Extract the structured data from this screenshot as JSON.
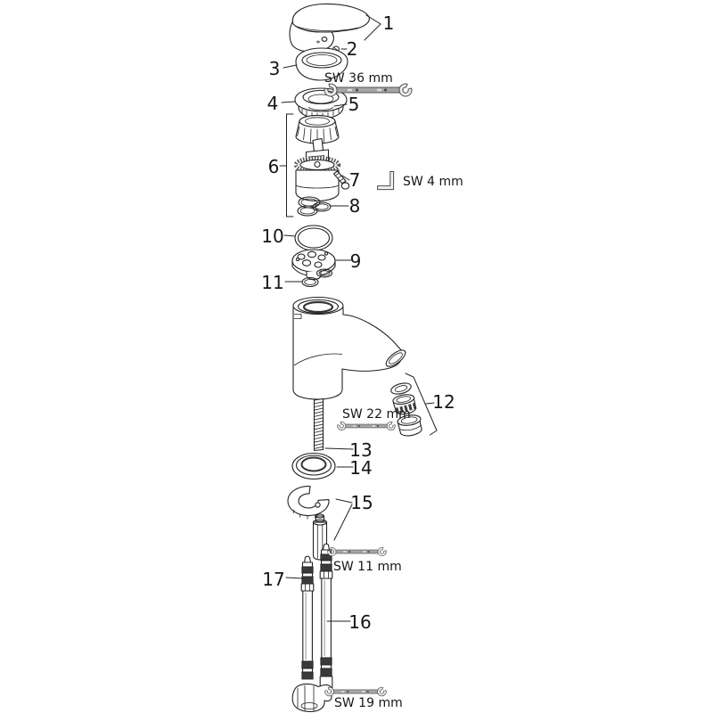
{
  "diagram": {
    "background_color": "#ffffff",
    "line_color": "#222222",
    "wrench_fill_color": "#a6a6a6",
    "part_labels": [
      {
        "label": "1"
      },
      {
        "label": "2"
      },
      {
        "label": "3"
      },
      {
        "label": "4"
      },
      {
        "label": "5"
      },
      {
        "label": "6"
      },
      {
        "label": "7"
      },
      {
        "label": "8"
      },
      {
        "label": "9"
      },
      {
        "label": "10"
      },
      {
        "label": "11"
      },
      {
        "label": "12"
      },
      {
        "label": "13"
      },
      {
        "label": "14"
      },
      {
        "label": "15"
      },
      {
        "label": "16"
      },
      {
        "label": "17"
      }
    ],
    "tool_labels": [
      {
        "id": "sw-36",
        "label": "SW 36 mm"
      },
      {
        "id": "sw-4",
        "label": "SW 4 mm"
      },
      {
        "id": "sw-22",
        "label": "SW 22 mm"
      },
      {
        "id": "sw-11",
        "label": "SW 11 mm"
      },
      {
        "id": "sw-19",
        "label": "SW 19 mm"
      }
    ]
  }
}
